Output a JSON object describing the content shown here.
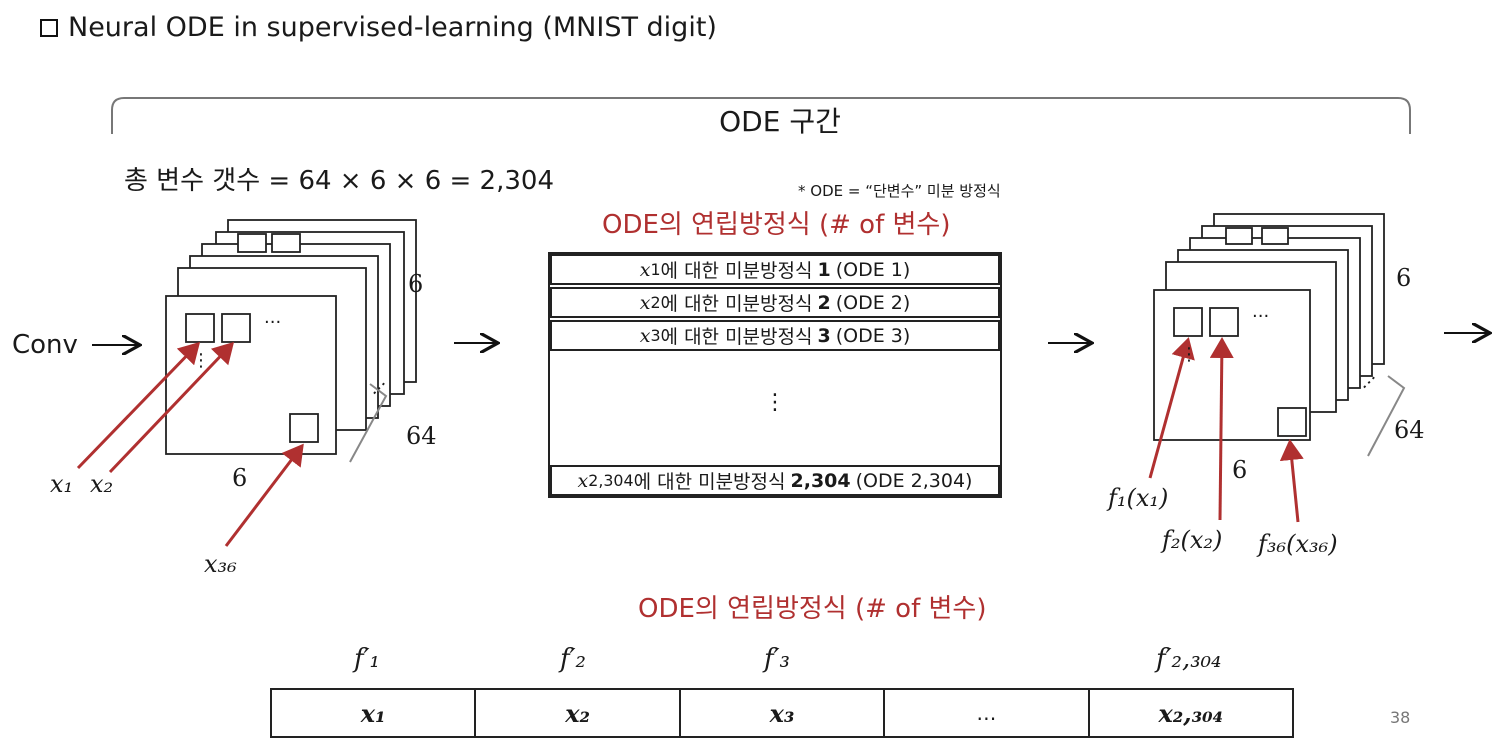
{
  "title": "Neural ODE in supervised-learning (MNIST digit)",
  "bracket_label": "ODE 구간",
  "total_vars": "총 변수 갯수 = 64 × 6 × 6 = 2,304",
  "note": "* ODE = “단변수” 미분 방정식",
  "system_title_top": "ODE의 연립방정식 (# of 변수)",
  "system_title_bottom": "ODE의 연립방정식 (# of 변수)",
  "equations": [
    {
      "var": "x",
      "sub": "1",
      "text": "에 대한 미분방정식",
      "num": "1",
      "ode": "(ODE 1)"
    },
    {
      "var": "x",
      "sub": "2",
      "text": "에 대한 미분방정식",
      "num": "2",
      "ode": "(ODE 2)"
    },
    {
      "var": "x",
      "sub": "3",
      "text": "에 대한 미분방정식",
      "num": "3",
      "ode": "(ODE 3)"
    },
    {
      "var": "x",
      "sub": "2,304",
      "text": "에 대한 미분방정식",
      "num": "2,304",
      "ode": "(ODE 2,304)"
    }
  ],
  "eq_ellipsis": "⋮",
  "left_stack": {
    "conv_label": "Conv",
    "dim_side": "6",
    "dim_bottom": "6",
    "dim_depth": "64",
    "cell_dots_h": "···",
    "cell_dots_v": "⋮",
    "stack_dots": "⋮",
    "labels": [
      "x₁",
      "x₂",
      "x₃₆"
    ]
  },
  "right_stack": {
    "dim_side": "6",
    "dim_bottom": "6",
    "dim_depth": "64",
    "cell_dots_h": "···",
    "cell_dots_v": "⋮",
    "stack_dots": "⋮",
    "labels": [
      "f₁(x₁)",
      "f₂(x₂)",
      "f₃₆(x₃₆)"
    ]
  },
  "bottom": {
    "fprimes": [
      "f′₁",
      "f′₂",
      "f′₃",
      "f′₂,₃₀₄"
    ],
    "cells": [
      "x₁",
      "x₂",
      "x₃",
      "…",
      "x₂,₃₀₄"
    ]
  },
  "page_number": "38",
  "colors": {
    "accent_red": "#b03030",
    "line": "#222222"
  }
}
